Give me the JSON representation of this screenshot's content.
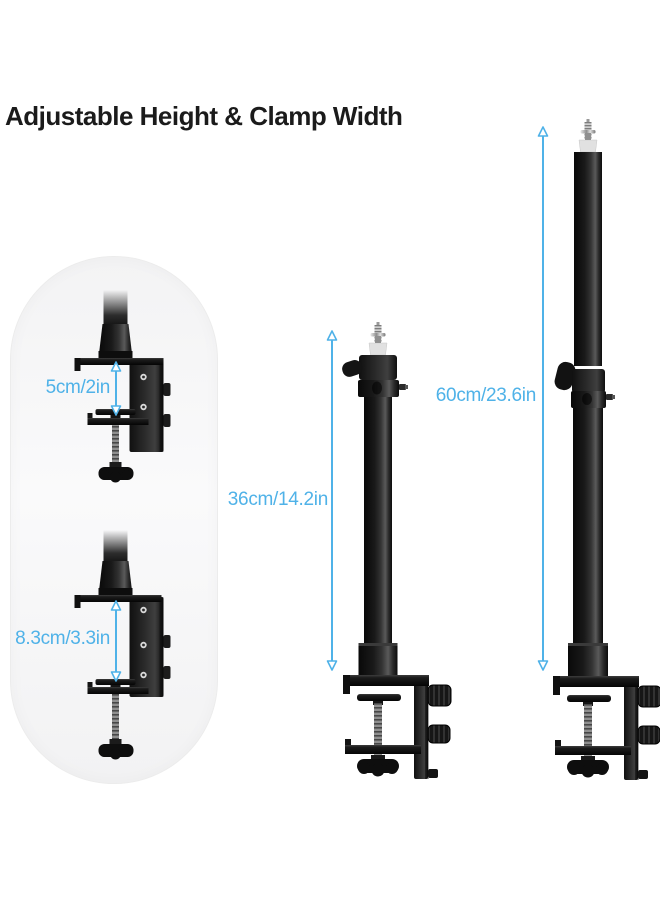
{
  "title": "Adjustable Height & Clamp Width",
  "detail_panel": {
    "description": "clamp-width close-up views",
    "measurements": [
      {
        "id": "clamp-width-small",
        "label": "5cm/2in"
      },
      {
        "id": "clamp-width-large",
        "label": "8.3cm/3.3in"
      }
    ]
  },
  "stands": [
    {
      "id": "stand-short",
      "height_label": "36cm/14.2in"
    },
    {
      "id": "stand-tall",
      "height_label": "60cm/23.6in"
    }
  ],
  "colors": {
    "accent": "#4FB2E8",
    "ink": "#1b1b1b",
    "panel": "#f6f6f7",
    "product": "#111111",
    "background": "#ffffff"
  }
}
